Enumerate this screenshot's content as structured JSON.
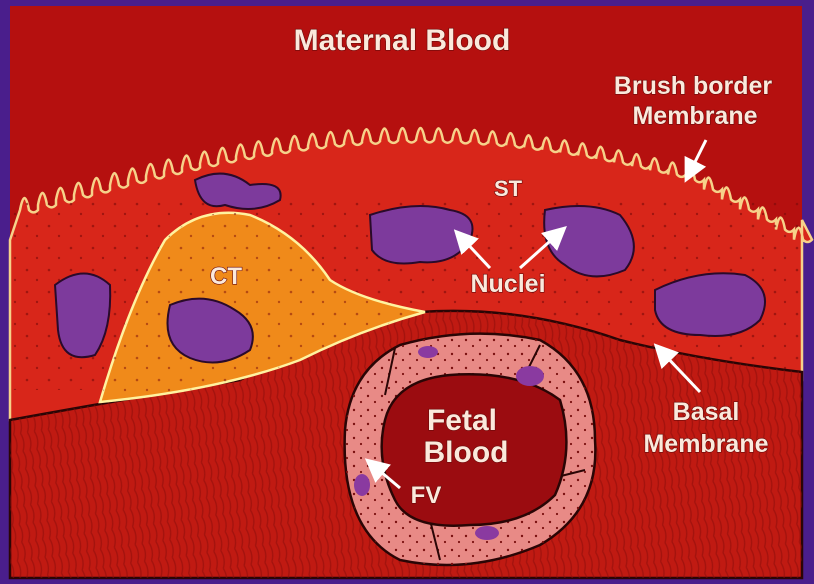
{
  "labels": {
    "maternal_blood": "Maternal Blood",
    "brush_border_line1": "Brush border",
    "brush_border_line2": "Membrane",
    "st": "ST",
    "ct": "CT",
    "nuclei": "Nuclei",
    "basal_line1": "Basal",
    "basal_line2": "Membrane",
    "fetal_line1": "Fetal",
    "fetal_line2": "Blood",
    "fv": "FV"
  },
  "colors": {
    "frame": "#4a1e8c",
    "maternal_blood": "#b5100f",
    "syncytiotrophoblast": "#d8261a",
    "cytotrophoblast": "#f08a1a",
    "nucleus": "#7d3a9c",
    "stroma": "#c01a12",
    "fetal_vessel": "#e88a86",
    "fetal_blood": "#9b0c10",
    "membrane_line": "#f6d28a",
    "arrow": "#ffffff"
  }
}
